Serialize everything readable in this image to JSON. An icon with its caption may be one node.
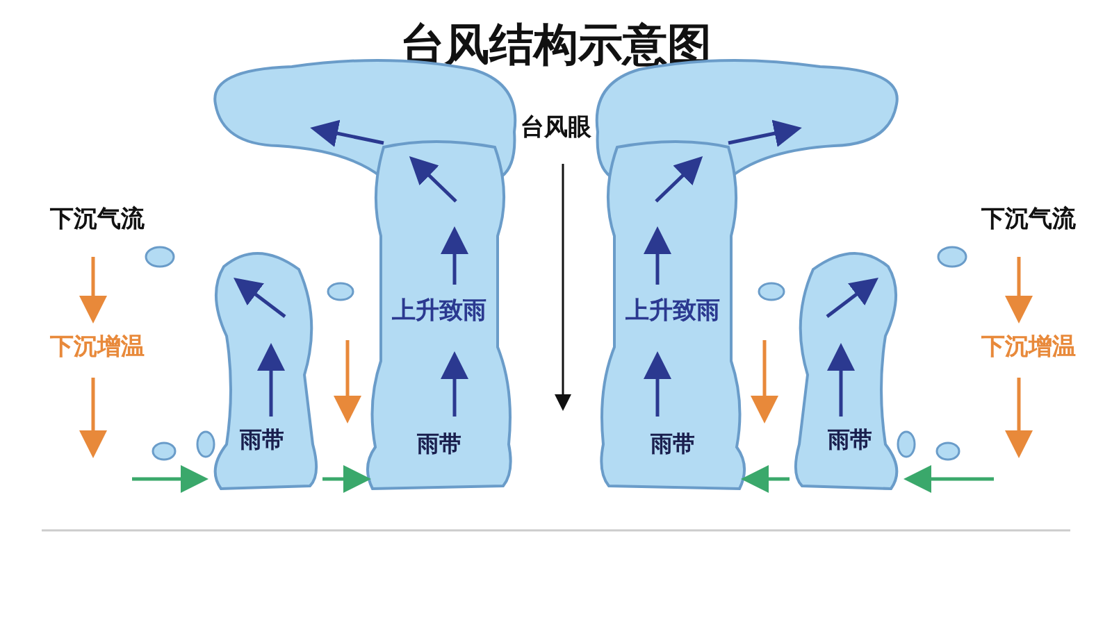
{
  "diagram": {
    "title": "台风结构示意图",
    "nodes": [
      {
        "text": [
          "雨带"
        ]
      },
      {
        "text": [
          "上升致雨",
          "雨带"
        ]
      },
      {
        "text": [
          "上升致雨",
          "雨带"
        ]
      },
      {
        "text": [
          "雨带"
        ]
      }
    ],
    "edges": [
      {
        "from": null,
        "to": 0,
        "arrow": "to"
      },
      {
        "from": 0,
        "to": 1,
        "arrow": "to"
      },
      {
        "from": 3,
        "to": 2,
        "arrow": "to"
      },
      {
        "from": null,
        "to": 3,
        "arrow": "to"
      }
    ],
    "labels": [
      "台风眼",
      "下沉气流",
      "下沉气流",
      "下沉增温",
      "下沉增温"
    ]
  }
}
